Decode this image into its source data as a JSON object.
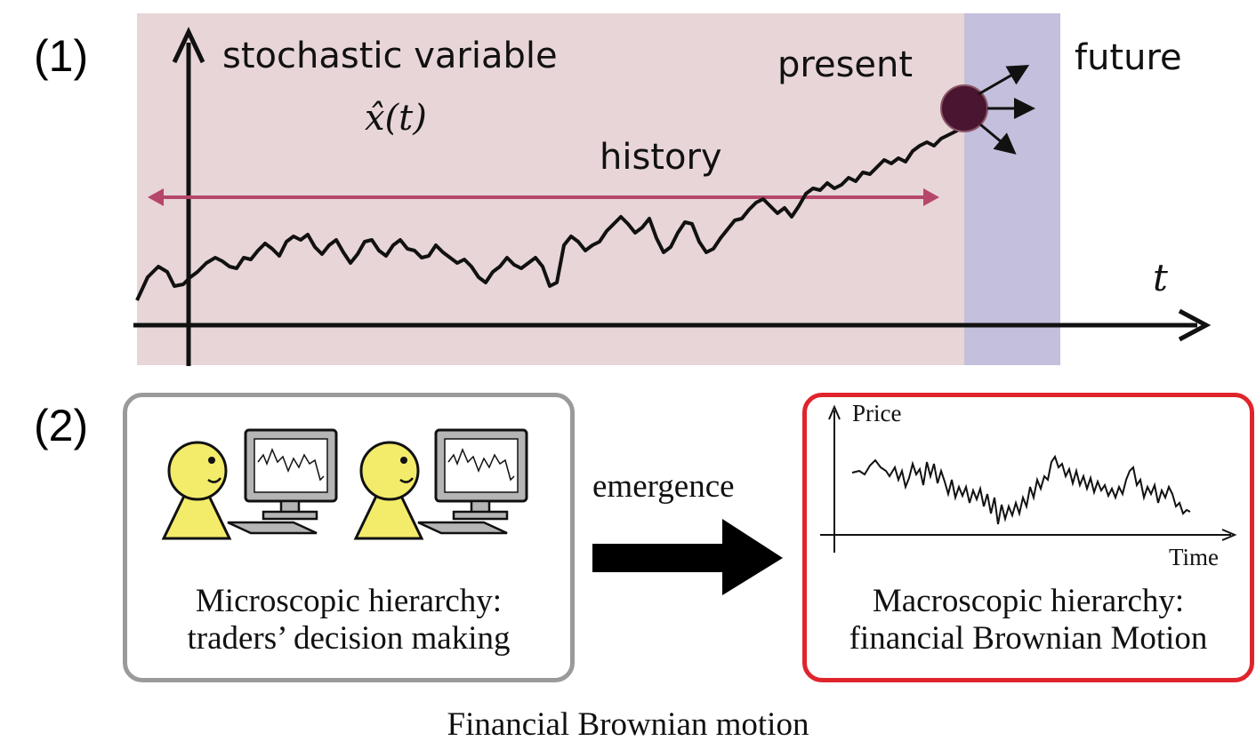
{
  "panel1": {
    "label": "(1)",
    "y_label_line1": "stochastic variable",
    "y_label_line2": "x̂(t)",
    "history_label": "history",
    "present_label": "present",
    "future_label": "future",
    "x_axis_label": "t",
    "colors": {
      "past_bg": "#e8d5d7",
      "future_bg": "#c3bfdc",
      "history_arrow": "#b5476a",
      "present_dot": "#4a1530"
    }
  },
  "panel2": {
    "label": "(2)",
    "micro": {
      "caption_line1": "Microscopic hierarchy:",
      "caption_line2": "traders’ decision making",
      "border_color": "#9a9a9a"
    },
    "arrow_label": "emergence",
    "macro": {
      "caption_line1": "Macroscopic hierarchy:",
      "caption_line2": "financial Brownian Motion",
      "y_label": "Price",
      "x_label": "Time",
      "border_color": "#e0242c"
    },
    "trader_color": "#f3eb6a"
  },
  "figure_caption": "Financial Brownian motion"
}
